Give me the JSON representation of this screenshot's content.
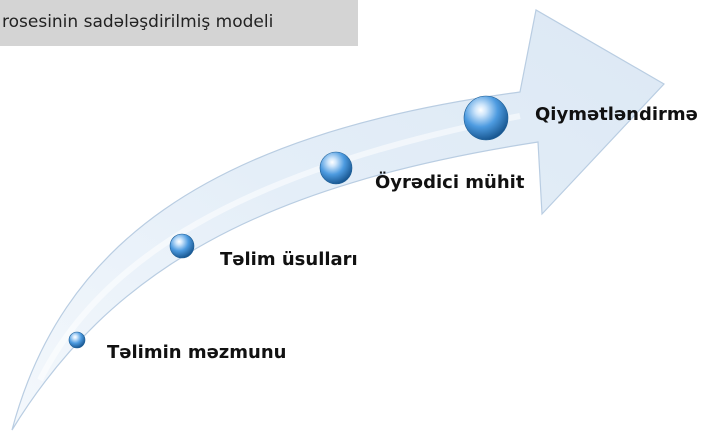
{
  "title": "rosesinin sadələşdirilmiş modeli",
  "stages": [
    {
      "label": "Təlimin  məzmunu"
    },
    {
      "label": "Təlim üsulları"
    },
    {
      "label": "Öyrədici  mühit"
    },
    {
      "label": "Qiymətləndirmə"
    }
  ],
  "colors": {
    "header_bg": "#d4d4d4",
    "arrow_fill": "#e6eff8",
    "arrow_edge": "#b9cde2",
    "bubble": "#3f8fd4",
    "text": "#111111"
  }
}
